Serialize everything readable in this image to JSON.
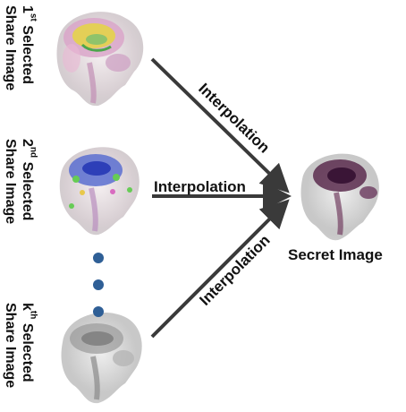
{
  "shares": [
    {
      "ordinal": "1",
      "suffix": "st",
      "line1": "Selected",
      "line2": "Share Image"
    },
    {
      "ordinal": "2",
      "suffix": "nd",
      "line1": "Selected",
      "line2": "Share Image"
    },
    {
      "ordinal": "k",
      "suffix": "th",
      "line1": "Selected",
      "line2": "Share Image"
    }
  ],
  "arrow_labels": [
    "Interpolation",
    "Interpolation",
    "Interpolation"
  ],
  "output_label": "Secret Image",
  "colors": {
    "arrow": "#3a3a3a",
    "dots": "#2f5f96",
    "text": "#111111"
  }
}
